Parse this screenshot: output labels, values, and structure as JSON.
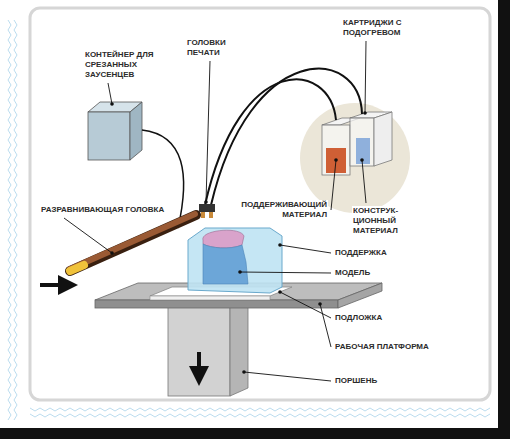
{
  "diagram": {
    "labels": [
      "КАРТРИДЖИ С ПОДОГРЕВОМ",
      "КОНТЕЙНЕР ДЛЯ СРЕЗАННЫХ ЗАУСЕНЦЕВ",
      "ГОЛОВКИ ПЕЧАТИ",
      "РАЗРАВНИВАЮЩАЯ ГОЛОВКА",
      "ПОДДЕРЖИВАЮЩИЙ МАТЕРИАЛ",
      "КОНСТРУК- ЦИОННЫЙ МАТЕРИАЛ",
      "ПОДДЕРЖКА",
      "МОДЕЛЬ",
      "ПОДЛОЖКА",
      "РАБОЧАЯ ПЛАТФОРМА",
      "ПОРШЕНЬ"
    ]
  }
}
